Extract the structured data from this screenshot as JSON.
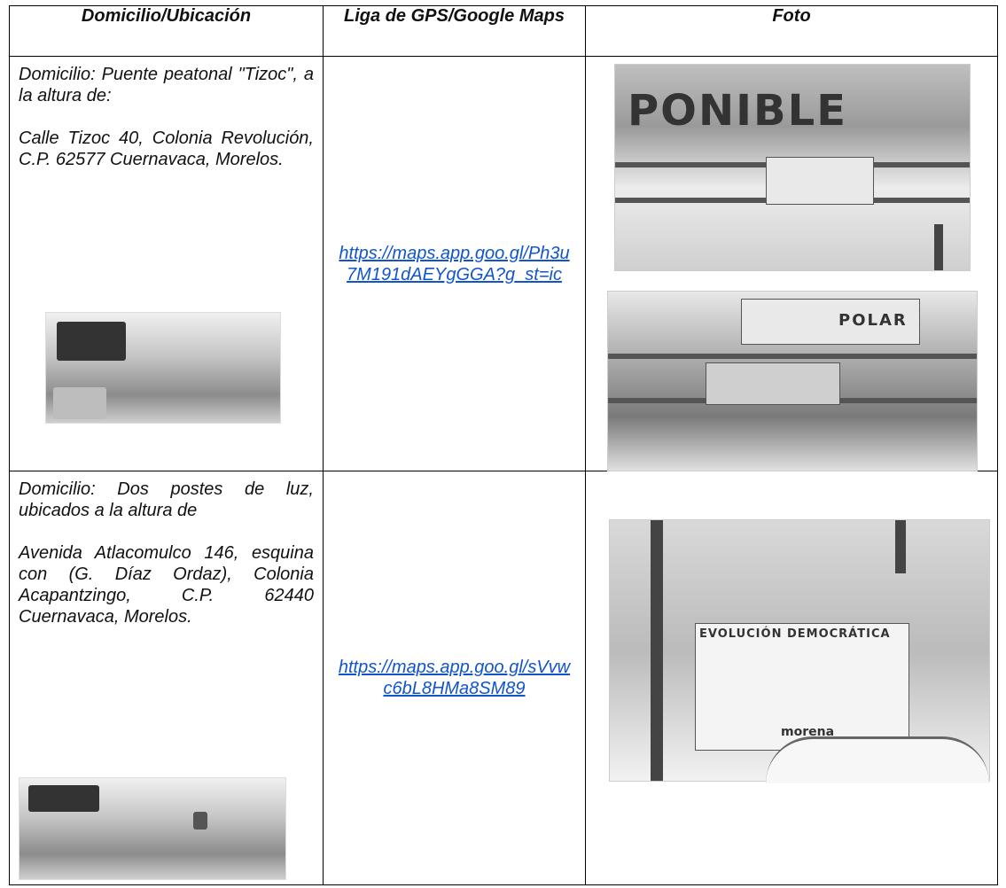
{
  "headers": {
    "col1": "Domicilio/Ubicación",
    "col2": "Liga de GPS/Google Maps",
    "col3": "Foto"
  },
  "rows": [
    {
      "paragraphs": [
        "Domicilio: Puente peatonal \"Tizoc\", a la altura de:",
        "Calle Tizoc 40, Colonia Revolución, C.P. 62577 Cuernavaca, Morelos."
      ],
      "link": "https://maps.app.goo.gl/Ph3u7M191dAEYgGGA?g_st=ic",
      "photo_text": "PONIBLE",
      "photo2_text": "POLAR"
    },
    {
      "paragraphs": [
        "Domicilio: Dos postes de luz, ubicados a la altura de",
        "Avenida Atlacomulco 146, esquina con (G. Díaz Ordaz), Colonia Acapantzingo, C.P. 62440 Cuernavaca, Morelos."
      ],
      "link": "https://maps.app.goo.gl/sVvwc6bL8HMa8SM89",
      "banner_title": "EVOLUCIÓN DEMOCRÁTICA",
      "banner_party": "morena"
    }
  ]
}
